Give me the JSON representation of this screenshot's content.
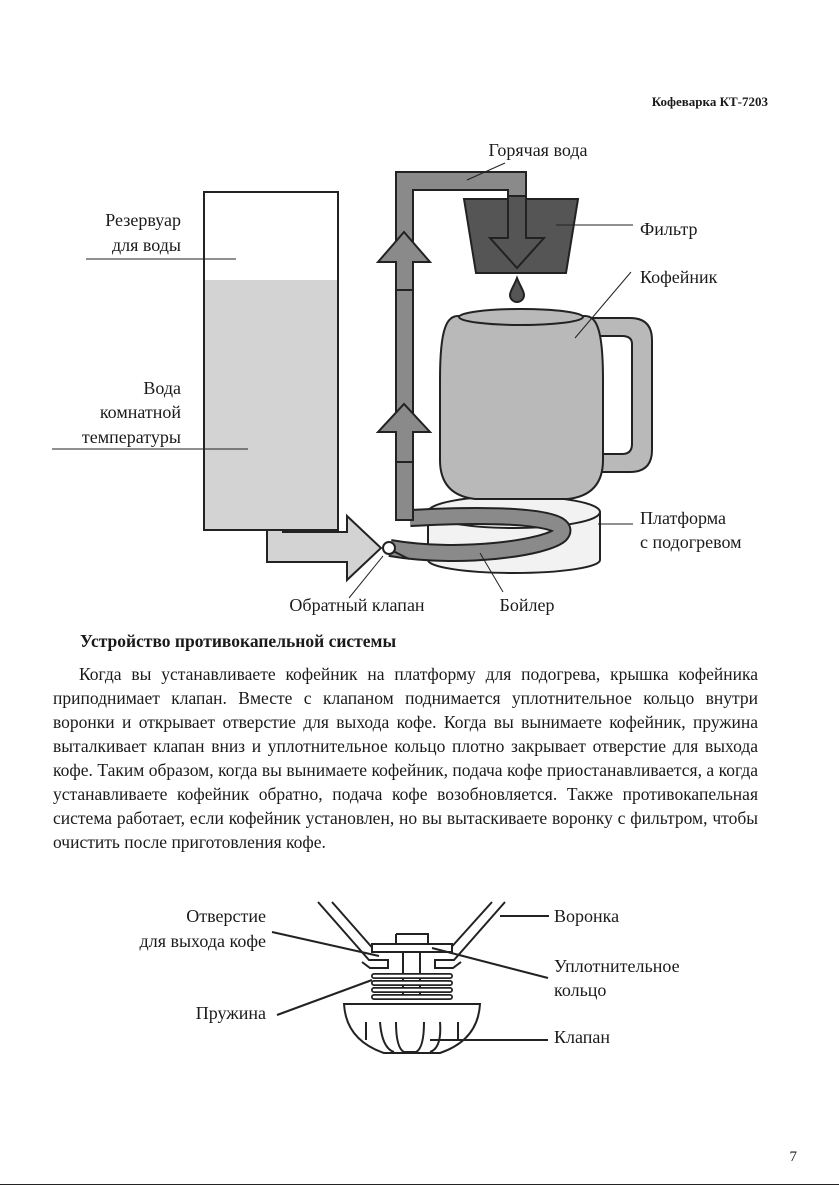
{
  "header": {
    "title": "Кофеварка КТ-7203"
  },
  "diagram_top": {
    "labels": {
      "reservoir_line1": "Резервуар",
      "reservoir_line2": "для воды",
      "water_line1": "Вода",
      "water_line2": "комнатной",
      "water_line3": "температуры",
      "hot_water": "Горячая вода",
      "filter": "Фильтр",
      "carafe": "Кофейник",
      "platform_line1": "Платформа",
      "platform_line2": "с подогревом",
      "check_valve": "Обратный клапан",
      "boiler": "Бойлер"
    }
  },
  "section": {
    "title": "Устройство противокапельной системы",
    "paragraph": "Когда вы устанавливаете кофейник на платформу для подогрева, крышка кофейника приподнимает клапан. Вместе с клапаном поднимается уплотнительное кольцо внутри воронки и открывает отверстие для выхода кофе. Когда вы вынимаете кофейник, пружина выталкивает клапан вниз и уплотнительное кольцо плотно закрывает отверстие для выхода кофе. Таким образом, когда вы вынимаете кофейник, подача кофе приостанавливается, а когда устанавливаете кофейник обратно, подача кофе возобновляется. Также противокапельная система работает, если кофейник установлен, но вы вытаскиваете воронку с фильтром, чтобы очистить после приготовления кофе."
  },
  "diagram_bottom": {
    "labels": {
      "outlet_line1": "Отверстие",
      "outlet_line2": "для выхода кофе",
      "funnel": "Воронка",
      "seal_line1": "Уплотнительное",
      "seal_line2": "кольцо",
      "spring": "Пружина",
      "valve": "Клапан"
    }
  },
  "page_number": "7",
  "colors": {
    "pipe": "#8a8a8a",
    "water": "#d3d3d3",
    "filter": "#555555",
    "carafe": "#b9b9b9",
    "platform": "#f2f2f2"
  }
}
